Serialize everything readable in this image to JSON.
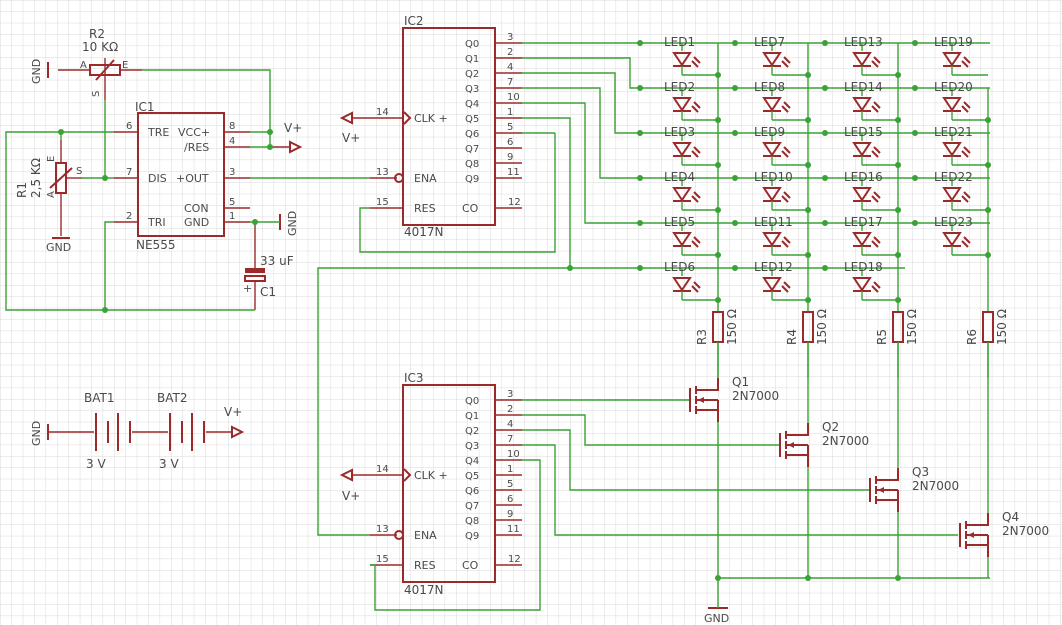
{
  "ne555": {
    "name": "IC1",
    "part": "NE555",
    "pins_left": [
      {
        "num": "6",
        "label": "TRE"
      },
      {
        "num": "7",
        "label": "DIS"
      },
      {
        "num": "2",
        "label": "TRI"
      }
    ],
    "pins_right": [
      {
        "num": "8",
        "label": "VCC+"
      },
      {
        "num": "4",
        "label": "/RES"
      },
      {
        "num": "3",
        "label": "+OUT"
      },
      {
        "num": "5",
        "label": "CON"
      },
      {
        "num": "1",
        "label": "GND"
      }
    ]
  },
  "counters": [
    {
      "name": "IC2",
      "part": "4017N",
      "outputs": [
        {
          "num": "3",
          "label": "Q0"
        },
        {
          "num": "2",
          "label": "Q1"
        },
        {
          "num": "4",
          "label": "Q2"
        },
        {
          "num": "7",
          "label": "Q3"
        },
        {
          "num": "10",
          "label": "Q4"
        },
        {
          "num": "1",
          "label": "Q5"
        },
        {
          "num": "5",
          "label": "Q6"
        },
        {
          "num": "6",
          "label": "Q7"
        },
        {
          "num": "9",
          "label": "Q8"
        },
        {
          "num": "11",
          "label": "Q9"
        }
      ],
      "clk": {
        "num": "14",
        "label": "CLK +"
      },
      "ena": {
        "num": "13",
        "label": "ENA"
      },
      "res": {
        "num": "15",
        "label": "RES"
      },
      "co": {
        "num": "12",
        "label": "CO"
      }
    },
    {
      "name": "IC3",
      "part": "4017N",
      "outputs": [
        {
          "num": "3",
          "label": "Q0"
        },
        {
          "num": "2",
          "label": "Q1"
        },
        {
          "num": "4",
          "label": "Q2"
        },
        {
          "num": "7",
          "label": "Q3"
        },
        {
          "num": "10",
          "label": "Q4"
        },
        {
          "num": "1",
          "label": "Q5"
        },
        {
          "num": "5",
          "label": "Q6"
        },
        {
          "num": "6",
          "label": "Q7"
        },
        {
          "num": "9",
          "label": "Q8"
        },
        {
          "num": "11",
          "label": "Q9"
        }
      ],
      "clk": {
        "num": "14",
        "label": "CLK +"
      },
      "ena": {
        "num": "13",
        "label": "ENA"
      },
      "res": {
        "num": "15",
        "label": "RES"
      },
      "co": {
        "num": "12",
        "label": "CO"
      }
    }
  ],
  "potentiometers": [
    {
      "name": "R2",
      "value": "10 KΩ",
      "pin_a": "A",
      "pin_e": "E",
      "pin_s": "S"
    },
    {
      "name": "R1",
      "value": "2,5 KΩ",
      "pin_a": "A",
      "pin_e": "E",
      "pin_s": "S"
    }
  ],
  "capacitor": {
    "name": "C1",
    "value": "33 uF",
    "polarity": "+"
  },
  "batteries": [
    {
      "name": "BAT1",
      "value": "3 V"
    },
    {
      "name": "BAT2",
      "value": "3 V"
    }
  ],
  "leds": [
    "LED1",
    "LED7",
    "LED13",
    "LED19",
    "LED2",
    "LED8",
    "LED14",
    "LED20",
    "LED3",
    "LED9",
    "LED15",
    "LED21",
    "LED4",
    "LED10",
    "LED16",
    "LED22",
    "LED5",
    "LED11",
    "LED17",
    "LED23",
    "LED6",
    "LED12",
    "LED18"
  ],
  "resistors": [
    {
      "name": "R3",
      "value": "150 Ω"
    },
    {
      "name": "R4",
      "value": "150 Ω"
    },
    {
      "name": "R5",
      "value": "150 Ω"
    },
    {
      "name": "R6",
      "value": "150 Ω"
    }
  ],
  "transistors": [
    {
      "name": "Q1",
      "part": "2N7000"
    },
    {
      "name": "Q2",
      "part": "2N7000"
    },
    {
      "name": "Q3",
      "part": "2N7000"
    },
    {
      "name": "Q4",
      "part": "2N7000"
    }
  ],
  "supplies": {
    "vplus": "V+",
    "gnd": "GND"
  },
  "colors": {
    "component": "#9b2a2a",
    "wire": "#3aa236",
    "grid": "#d9d9d9",
    "text": "#4a4a4a"
  }
}
